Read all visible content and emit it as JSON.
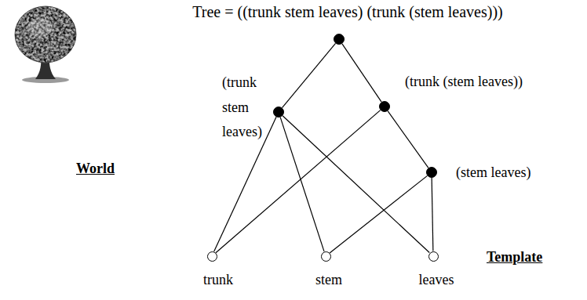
{
  "diagram": {
    "nodes": [
      {
        "text": [
          "Tree = ((trunk stem leaves) (trunk (stem leaves)))"
        ]
      },
      {
        "text": [
          "(trunk stem leaves)"
        ]
      },
      {
        "text": [
          "(trunk (stem leaves))"
        ]
      },
      {
        "text": [
          "(stem leaves)"
        ]
      },
      {
        "text": [
          "trunk"
        ]
      },
      {
        "text": [
          "stem"
        ]
      },
      {
        "text": [
          "leaves"
        ]
      }
    ],
    "edges": [
      {
        "from": 0,
        "to": 1,
        "arrow": "none"
      },
      {
        "from": 0,
        "to": 2,
        "arrow": "none"
      },
      {
        "from": 1,
        "to": 4,
        "arrow": "none"
      },
      {
        "from": 1,
        "to": 5,
        "arrow": "none"
      },
      {
        "from": 1,
        "to": 6,
        "arrow": "none"
      },
      {
        "from": 2,
        "to": 4,
        "arrow": "none"
      },
      {
        "from": 2,
        "to": 3,
        "arrow": "none"
      },
      {
        "from": 3,
        "to": 5,
        "arrow": "none"
      },
      {
        "from": 3,
        "to": 6,
        "arrow": "none"
      }
    ],
    "labels": [
      "World",
      "Template"
    ]
  }
}
